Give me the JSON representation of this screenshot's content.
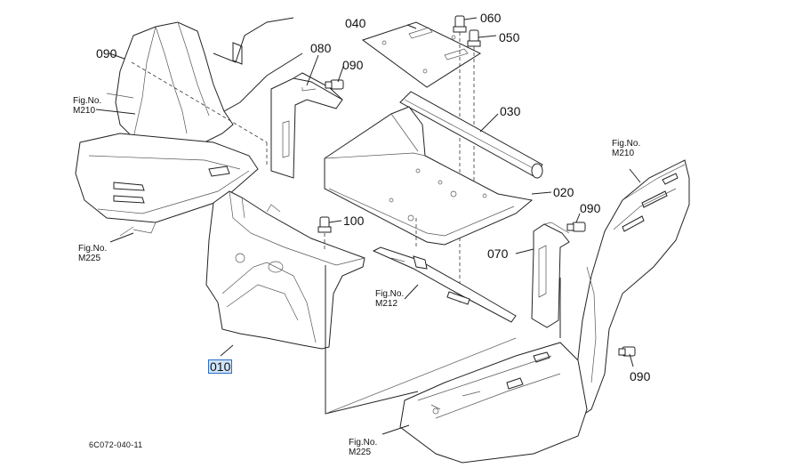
{
  "callouts": {
    "p010": "010",
    "p020": "020",
    "p030": "030",
    "p040": "040",
    "p050": "050",
    "p060": "060",
    "p070": "070",
    "p080": "080",
    "p090_a": "090",
    "p090_b": "090",
    "p090_c": "090",
    "p090_d": "090",
    "p100": "100"
  },
  "figrefs": {
    "m210_left": {
      "line1": "Fig.No.",
      "line2": "M210"
    },
    "m210_right": {
      "line1": "Fig.No.",
      "line2": "M210"
    },
    "m225_left": {
      "line1": "Fig.No.",
      "line2": "M225"
    },
    "m225_bottom": {
      "line1": "Fig.No.",
      "line2": "M225"
    },
    "m212": {
      "line1": "Fig.No.",
      "line2": "M212"
    }
  },
  "diagram_code": "6C072-040-11",
  "colors": {
    "selected_fill": "#cfe3f7",
    "selected_border": "#2a6fc9",
    "line": "#222222"
  }
}
